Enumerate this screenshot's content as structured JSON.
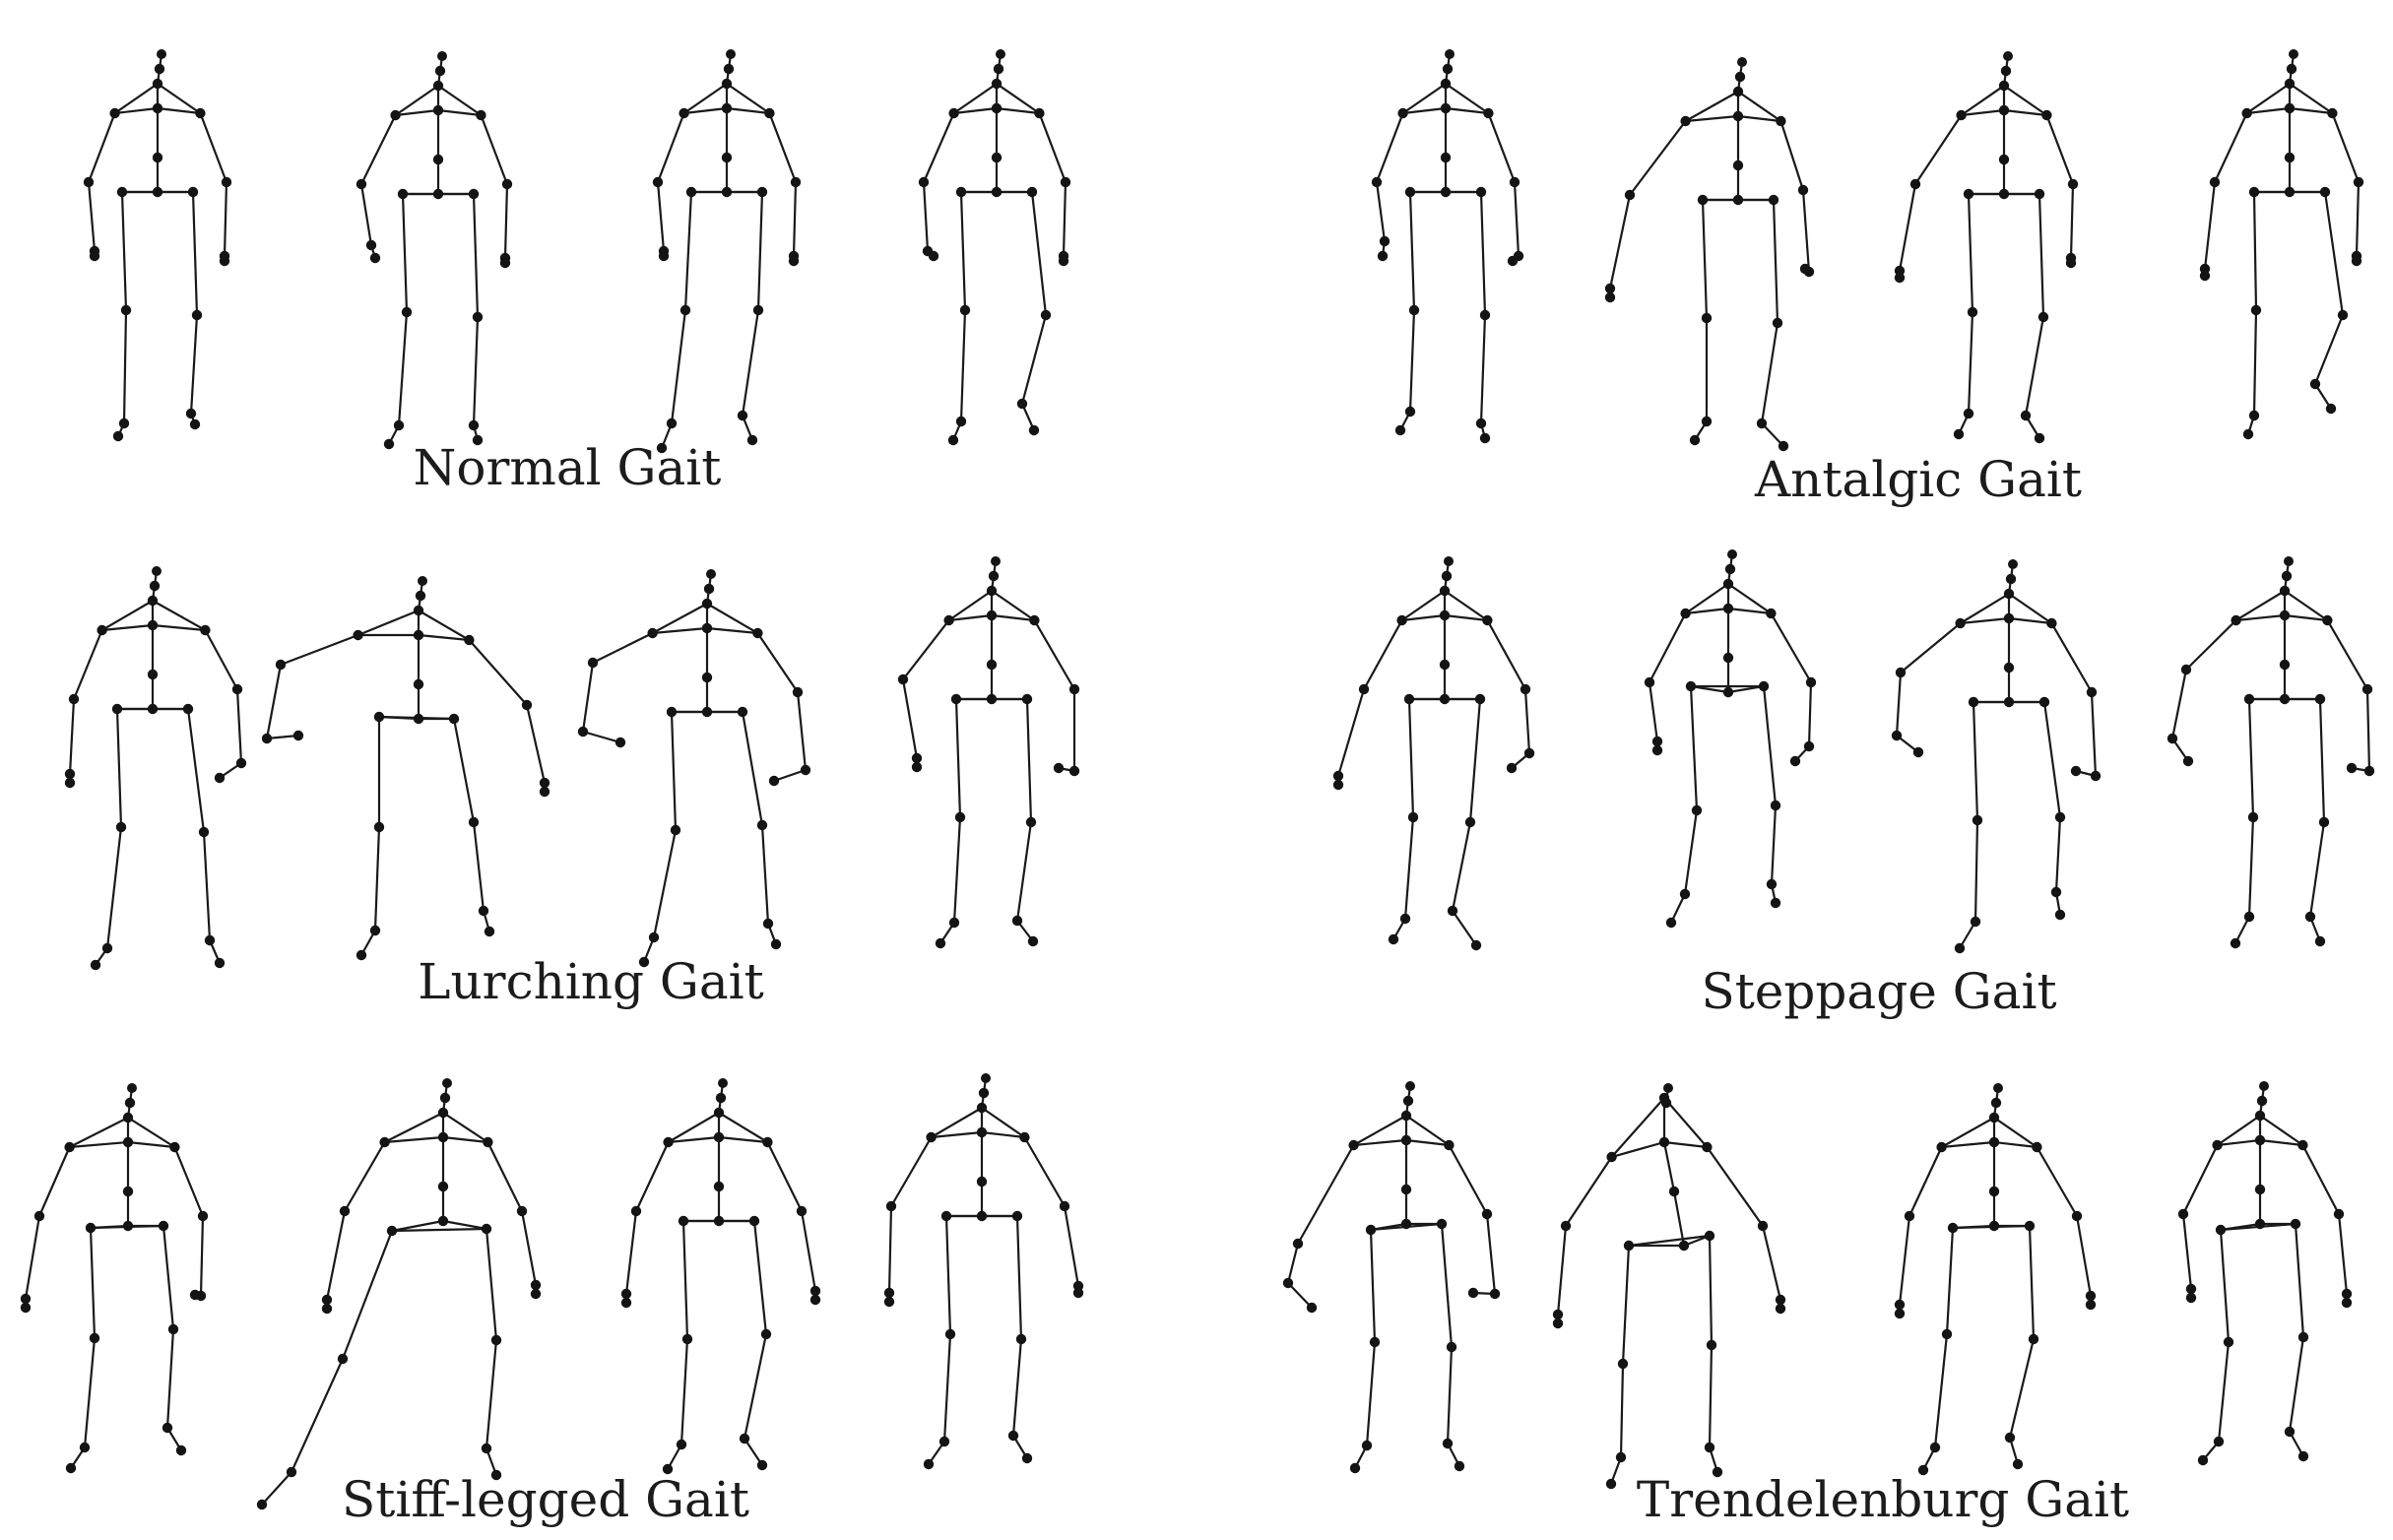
{
  "figure": {
    "gaits": [
      {
        "label": "Normal Gait"
      },
      {
        "label": "Antalgic Gait"
      },
      {
        "label": "Lurching Gait"
      },
      {
        "label": "Steppage Gait"
      },
      {
        "label": "Stiff-legged Gait"
      },
      {
        "label": "Trendelenburg Gait"
      }
    ]
  }
}
